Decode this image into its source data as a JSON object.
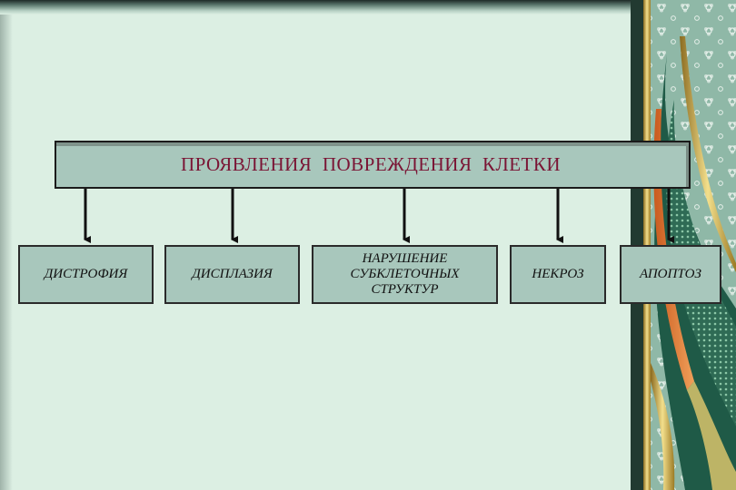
{
  "diagram": {
    "title": "ПРОЯВЛЕНИЯ  ПОВРЕЖДЕНИЯ  КЛЕТКИ",
    "children": [
      "ДИСТРОФИЯ",
      "ДИСПЛАЗИЯ",
      "НАРУШЕНИЕ\nСУБКЛЕТОЧНЫХ\nСТРУКТУР",
      "НЕКРОЗ",
      "АПОПТОЗ"
    ]
  },
  "colors": {
    "background": "#dcefe3",
    "box_fill": "#a8c7bc",
    "title_text": "#7a1434",
    "arrow": "#111111"
  },
  "icons": {
    "decor": "floral-curtain-decoration"
  }
}
